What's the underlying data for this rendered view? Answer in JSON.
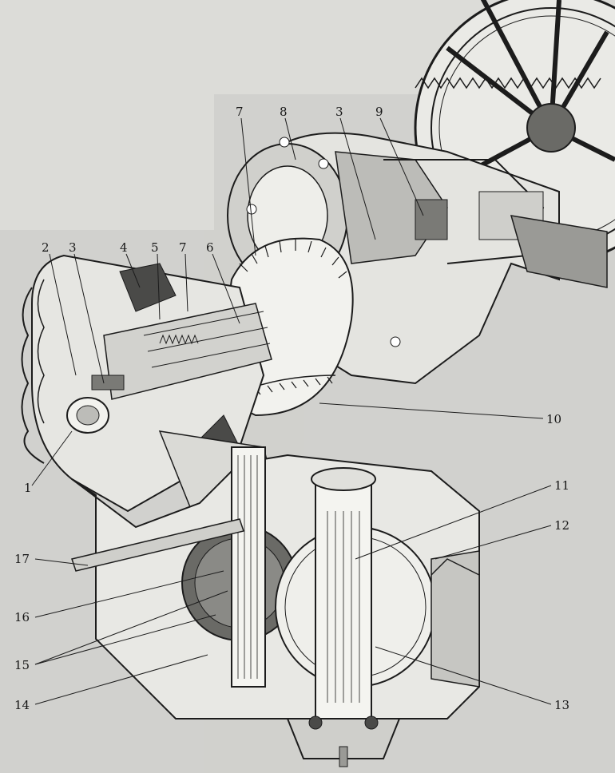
{
  "labels": [
    {
      "id": "2",
      "text": "2"
    },
    {
      "id": "3a",
      "text": "3"
    },
    {
      "id": "4",
      "text": "4"
    },
    {
      "id": "5",
      "text": "5"
    },
    {
      "id": "7a",
      "text": "7"
    },
    {
      "id": "6",
      "text": "6"
    },
    {
      "id": "7b",
      "text": "7"
    },
    {
      "id": "8",
      "text": "8"
    },
    {
      "id": "3b",
      "text": "3"
    },
    {
      "id": "9",
      "text": "9"
    },
    {
      "id": "10",
      "text": "10"
    },
    {
      "id": "11",
      "text": "11"
    },
    {
      "id": "12",
      "text": "12"
    },
    {
      "id": "13",
      "text": "13"
    },
    {
      "id": "1",
      "text": "1"
    },
    {
      "id": "17",
      "text": "17"
    },
    {
      "id": "16",
      "text": "16"
    },
    {
      "id": "15",
      "text": "15"
    },
    {
      "id": "14",
      "text": "14"
    }
  ],
  "colors": {
    "background": "#dcdcd8",
    "ink": "#1c1c1c",
    "shade": "#9a9a96",
    "dark": "#4a4a48"
  }
}
